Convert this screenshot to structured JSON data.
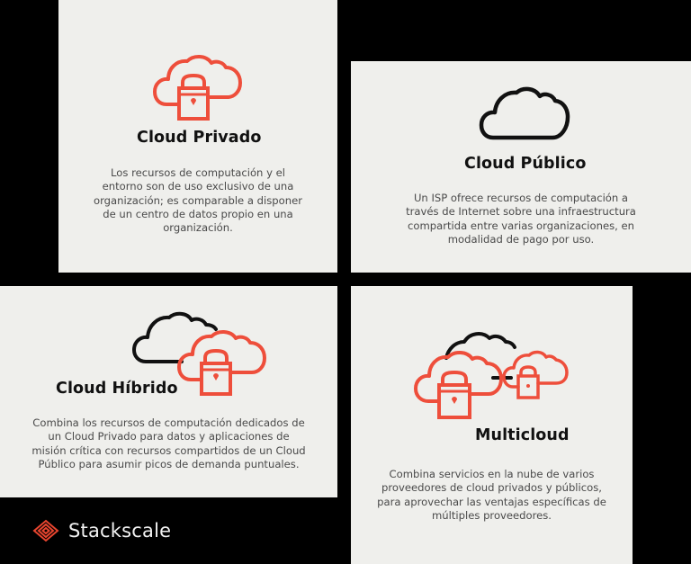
{
  "colors": {
    "background": "#000000",
    "card": "#efefec",
    "accent": "#ee4e3b",
    "title": "#111111",
    "text": "#4a4a4a",
    "brand_text": "#f2f2f2"
  },
  "cards": [
    {
      "id": "cloud-privado",
      "title": "Cloud Privado",
      "icon": "cloud-lock-icon",
      "lines": [
        "Los recursos de computación y el",
        "entorno son de uso exclusivo de una",
        "organización; es comparable a disponer",
        "de un centro de datos propio en una",
        "organización."
      ]
    },
    {
      "id": "cloud-publico",
      "title": "Cloud Público",
      "icon": "cloud-icon",
      "lines": [
        "Un ISP ofrece recursos de computación a",
        "través de Internet sobre una infraestructura",
        "compartida entre varias organizaciones, en",
        "modalidad de pago por uso."
      ]
    },
    {
      "id": "cloud-hibrido",
      "title": "Cloud Híbrido",
      "icon": "hybrid-cloud-icon",
      "lines": [
        "Combina los recursos de computación dedicados de",
        "un Cloud Privado para datos y aplicaciones de",
        "misión crítica con recursos compartidos de un Cloud",
        "Público para asumir picos de demanda puntuales."
      ]
    },
    {
      "id": "multicloud",
      "title": "Multicloud",
      "icon": "multicloud-icon",
      "lines": [
        "Combina servicios en la nube de varios",
        "proveedores de cloud privados y públicos,",
        "para aprovechar las ventajas específicas de",
        "múltiples proveedores."
      ]
    }
  ],
  "brand": {
    "name": "Stackscale",
    "icon": "stackscale-logo-icon"
  }
}
